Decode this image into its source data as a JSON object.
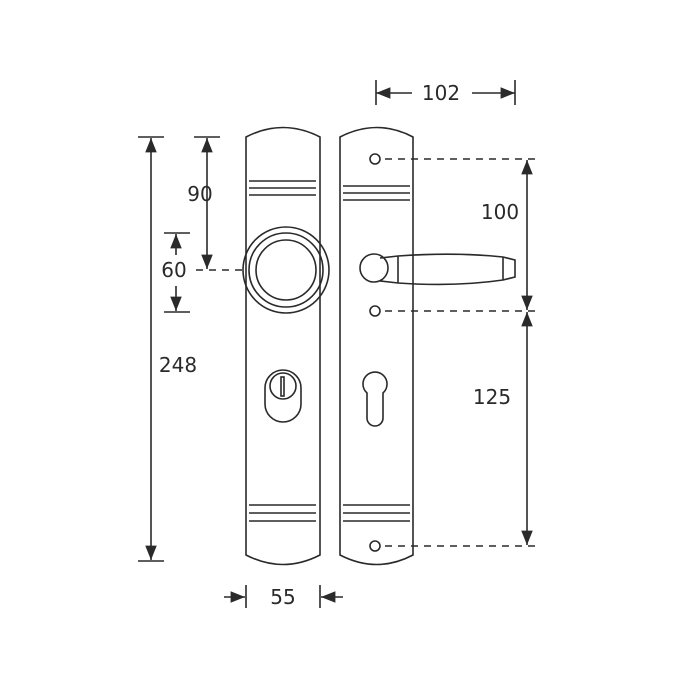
{
  "title": "Door handle set technical drawing",
  "dimensions": {
    "lever_projection": "102",
    "spindle_to_cylinder_holes": "100",
    "hole_spacing_lower": "125",
    "total_height": "248",
    "top_to_knob": "90",
    "knob_diameter": "60",
    "plate_width": "55"
  },
  "colors": {
    "line": "#2a2a2a",
    "background": "#ffffff"
  }
}
